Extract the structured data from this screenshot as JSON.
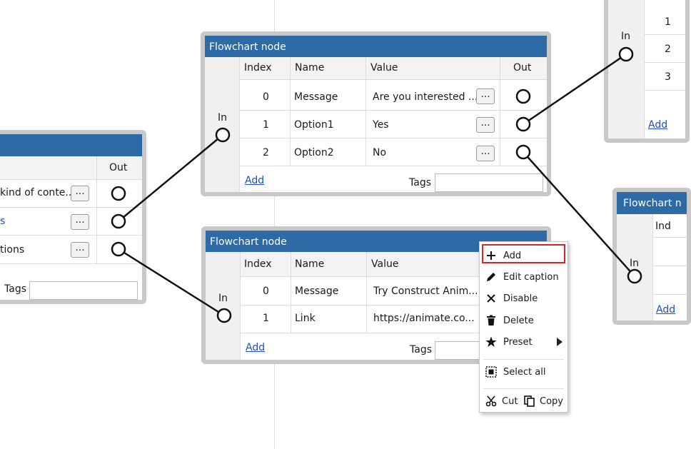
{
  "nodes": {
    "center_top": {
      "title": "Flowchart node",
      "in_label": "In",
      "headers": {
        "index": "Index",
        "name": "Name",
        "value": "Value",
        "out": "Out"
      },
      "rows": [
        {
          "index": "0",
          "name": "Message",
          "value": "Are you interested ...",
          "button": "..."
        },
        {
          "index": "1",
          "name": "Option1",
          "value": "Yes",
          "button": "..."
        },
        {
          "index": "2",
          "name": "Option2",
          "value": "No",
          "button": "..."
        }
      ],
      "add_label": "Add",
      "tags_label": "Tags"
    },
    "center_bottom": {
      "title": "Flowchart node",
      "in_label": "In",
      "headers": {
        "index": "Index",
        "name": "Name",
        "value": "Value"
      },
      "rows": [
        {
          "index": "0",
          "name": "Message",
          "value": "Try Construct Anim..."
        },
        {
          "index": "1",
          "name": "Link",
          "value": "https://animate.co..."
        }
      ],
      "add_label": "Add",
      "tags_label": "Tags"
    },
    "left": {
      "header_out": "Out",
      "rows": [
        {
          "value": "kind of conte...",
          "button": "..."
        },
        {
          "value": "s",
          "button": "..."
        },
        {
          "value": "tions",
          "button": "..."
        }
      ],
      "tags_label": "Tags"
    },
    "top_right": {
      "in_label": "In",
      "rows": [
        {
          "index": "1"
        },
        {
          "index": "2"
        },
        {
          "index": "3"
        }
      ],
      "add_label": "Add"
    },
    "right": {
      "title": "Flowchart n",
      "in_label": "In",
      "header_index": "Ind",
      "add_label": "Add"
    }
  },
  "context_menu": {
    "items": [
      {
        "label": "Add",
        "icon": "plus-icon"
      },
      {
        "label": "Edit caption",
        "icon": "pencil-icon"
      },
      {
        "label": "Disable",
        "icon": "x-icon"
      },
      {
        "label": "Delete",
        "icon": "trash-icon"
      },
      {
        "label": "Preset",
        "icon": "star-icon",
        "submenu": true
      },
      {
        "label": "Select all",
        "icon": "select-all-icon"
      }
    ],
    "cut_label": "Cut",
    "copy_label": "Copy"
  },
  "colors": {
    "title_bar": "#2e6aa6",
    "node_border": "#c8c8c8",
    "menu_highlight": "#d9242a",
    "link": "#1f4fc2"
  }
}
